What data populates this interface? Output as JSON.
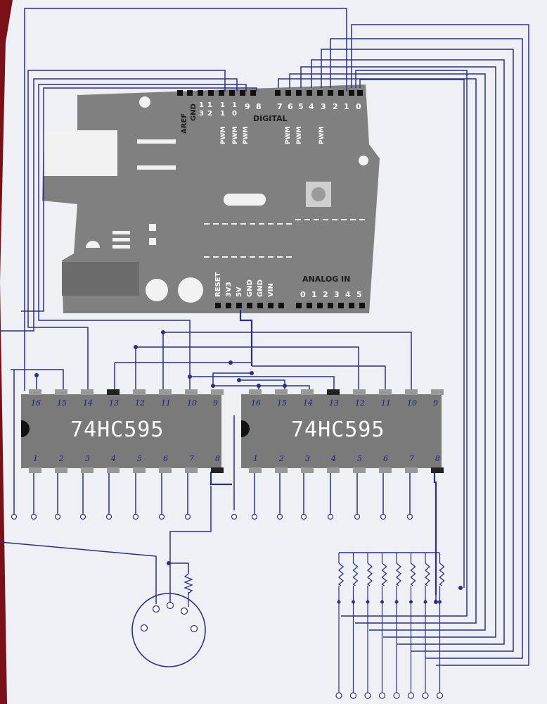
{
  "board": {
    "power_labels": [
      "RESET",
      "3V3",
      "5V",
      "GND",
      "GND",
      "VIN"
    ],
    "analog_title": "ANALOG IN",
    "analog_pins": [
      "0",
      "1",
      "2",
      "3",
      "4",
      "5"
    ],
    "aref": "AREF",
    "gnd": "GND",
    "digital_title": "DIGITAL",
    "digital_pins": [
      "1\n3",
      "1\n2",
      "1\n1",
      "1\n0",
      "9",
      "8",
      "7",
      "6",
      "5",
      "4",
      "3",
      "2",
      "1",
      "0"
    ],
    "pwm_label": "PWM"
  },
  "chips": [
    {
      "name": "74HC595",
      "top_pins": [
        "16",
        "15",
        "14",
        "13",
        "12",
        "11",
        "10",
        "9"
      ],
      "bottom_pins": [
        "1",
        "2",
        "3",
        "4",
        "5",
        "6",
        "7",
        "8"
      ]
    },
    {
      "name": "74HC595",
      "top_pins": [
        "16",
        "15",
        "14",
        "13",
        "12",
        "11",
        "10",
        "9"
      ],
      "bottom_pins": [
        "1",
        "2",
        "3",
        "4",
        "5",
        "6",
        "7",
        "8"
      ]
    }
  ],
  "connector": {
    "type": "DIN",
    "pins": 5
  },
  "resistor_bank": {
    "count": 8
  },
  "colors": {
    "paper": "#eef0f3",
    "ink": "#2a2f8f",
    "board": "#7d7d7d",
    "chip": "#7a7a7a",
    "background": "#7a1018"
  }
}
